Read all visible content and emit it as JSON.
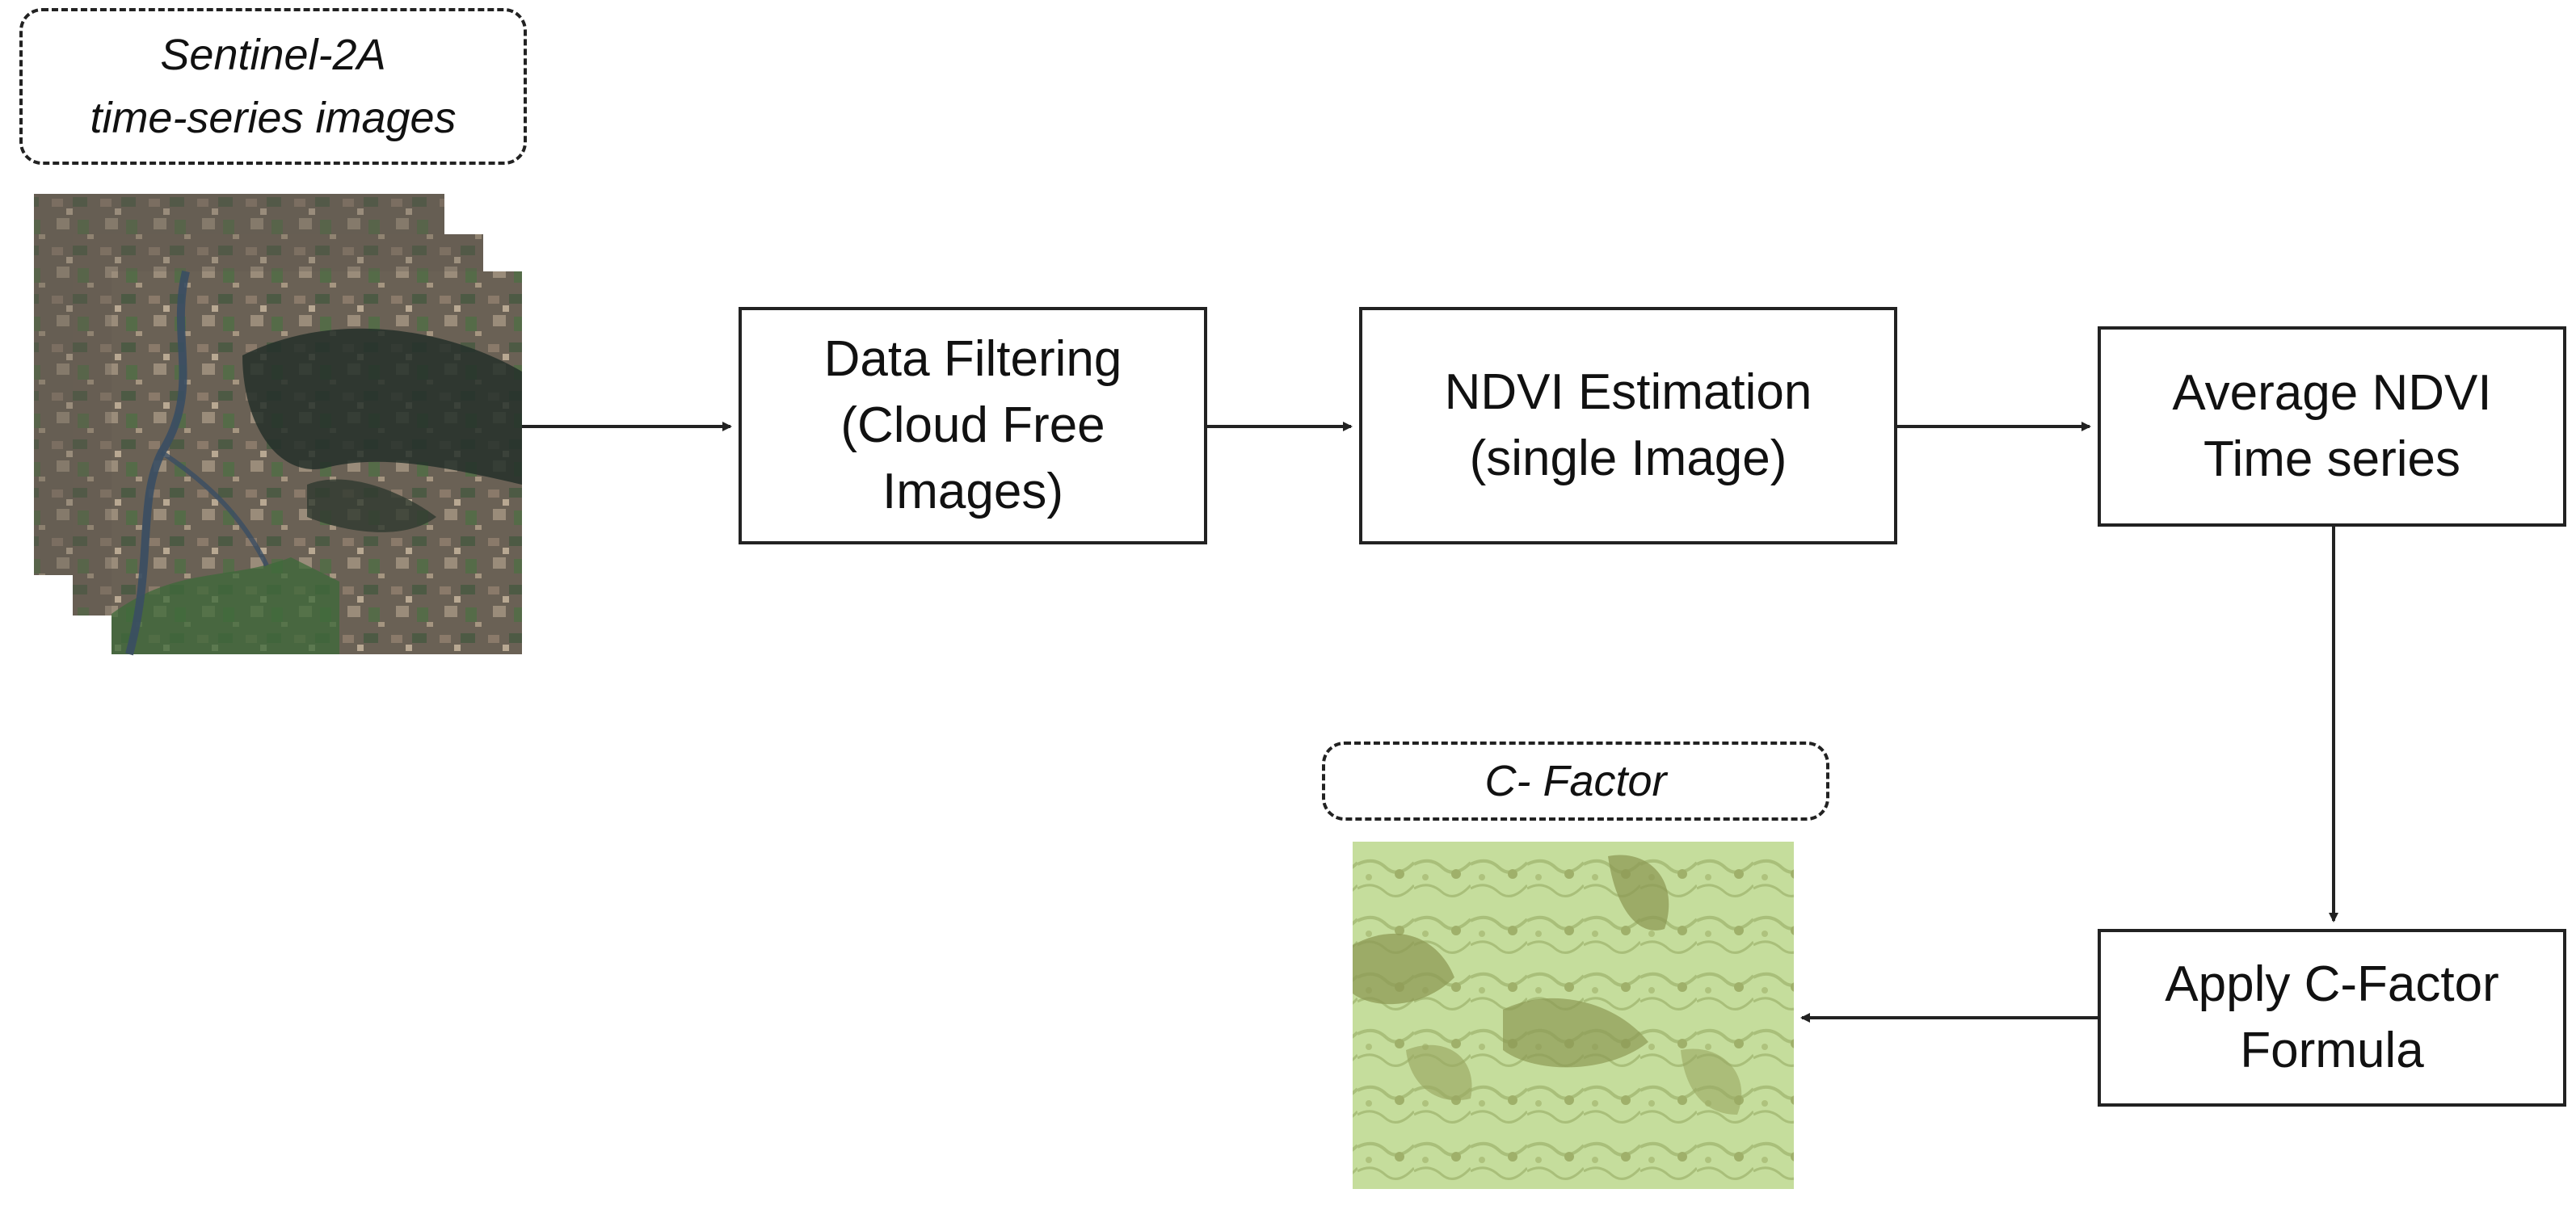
{
  "inputs": {
    "sentinel_label": "Sentinel-2A\ntime-series images",
    "cfactor_label": "C- Factor"
  },
  "steps": {
    "filtering": "Data Filtering\n(Cloud Free\nImages)",
    "ndvi": "NDVI Estimation\n(single Image)",
    "average": "Average NDVI\nTime series",
    "apply": "Apply C-Factor\nFormula"
  },
  "colors": {
    "stroke": "#222222",
    "satellite_base": "#5f5a50",
    "satellite_dark": "#24302a",
    "satellite_green": "#3d6a3a",
    "satellite_river": "#3a4e63",
    "cfactor_light": "#c9e0a1",
    "cfactor_dark": "#8d9a56"
  }
}
